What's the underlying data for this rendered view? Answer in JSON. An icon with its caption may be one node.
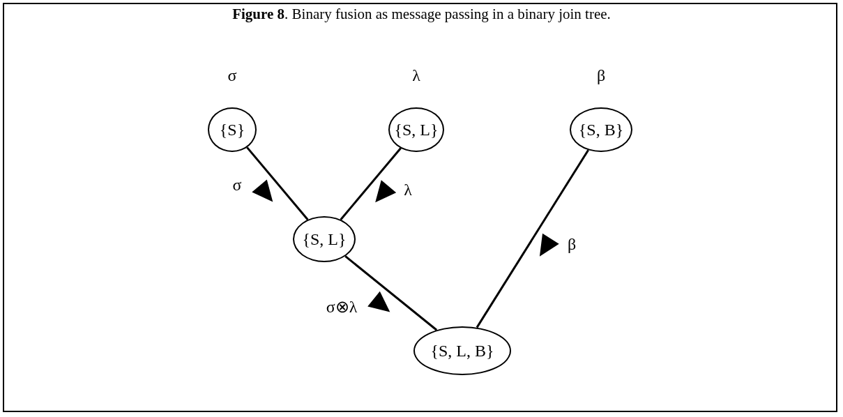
{
  "diagram": {
    "title": "**Figure 8**. Binary fusion as message passing in a binary join tree.",
    "nodes": [
      {
        "text": [
          "{S}"
        ],
        "beside": [
          "σ"
        ]
      },
      {
        "text": [
          "{S, L}"
        ],
        "beside": [
          "λ"
        ]
      },
      {
        "text": [
          "{S, B}"
        ],
        "beside": [
          "β"
        ]
      },
      {
        "text": [
          "{S, L}"
        ]
      },
      {
        "text": [
          "{S, L, B}"
        ]
      }
    ],
    "edges": [
      {
        "from": 0,
        "to": 3,
        "arrow": "none",
        "label": "σ"
      },
      {
        "from": 1,
        "to": 3,
        "arrow": "none",
        "label": "λ"
      },
      {
        "from": 3,
        "to": 4,
        "arrow": "none",
        "label": "σ⊗λ"
      },
      {
        "from": 2,
        "to": 4,
        "arrow": "none",
        "label": "β"
      }
    ]
  }
}
